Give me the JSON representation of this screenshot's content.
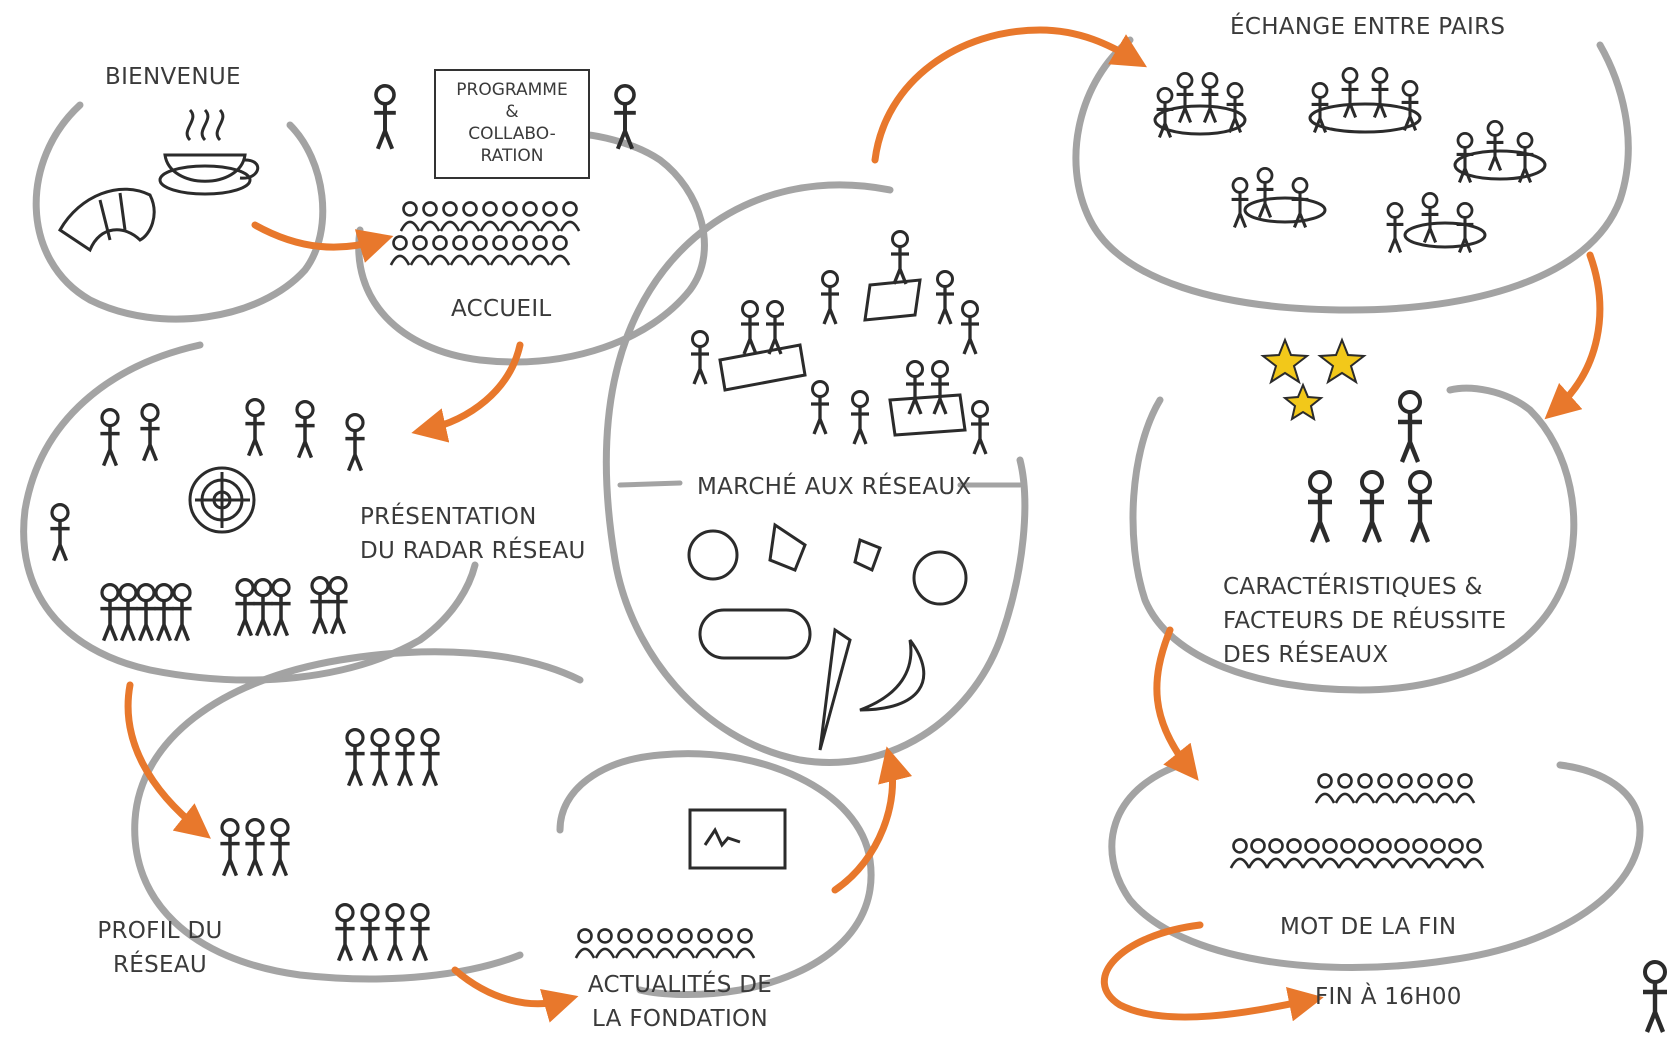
{
  "stages": {
    "bienvenue": "BIENVENUE",
    "programme_box": [
      "PROGRAMME",
      "&",
      "COLLABO-",
      "RATION"
    ],
    "accueil": "ACCUEIL",
    "presentation": [
      "PRÉSENTATION",
      "DU RADAR RÉSEAU"
    ],
    "profil": [
      "PROFIL DU",
      "RÉSEAU"
    ],
    "actualites": [
      "ACTUALITÉS DE",
      "LA FONDATION"
    ],
    "marche": "MARCHÉ AUX RÉSEAUX",
    "echange": "ÉCHANGE ENTRE PAIRS",
    "caracteristiques": [
      "CARACTÉRISTIQUES &",
      "FACTEURS DE RÉUSSITE",
      "DES RÉSEAUX"
    ],
    "mot_fin": "MOT DE LA FIN",
    "fin": "FIN À 16H00"
  },
  "colors": {
    "arrow": "#e8782c",
    "loop": "#9a9a9a",
    "ink": "#2b2b2b",
    "star": "#f2c81a"
  },
  "icons": [
    "croissant-icon",
    "coffee-cup-icon",
    "people-crowd-icon",
    "radar-icon",
    "table-group-icon",
    "food-icon",
    "stars-icon",
    "presentation-board-icon",
    "walking-figure-icon"
  ]
}
